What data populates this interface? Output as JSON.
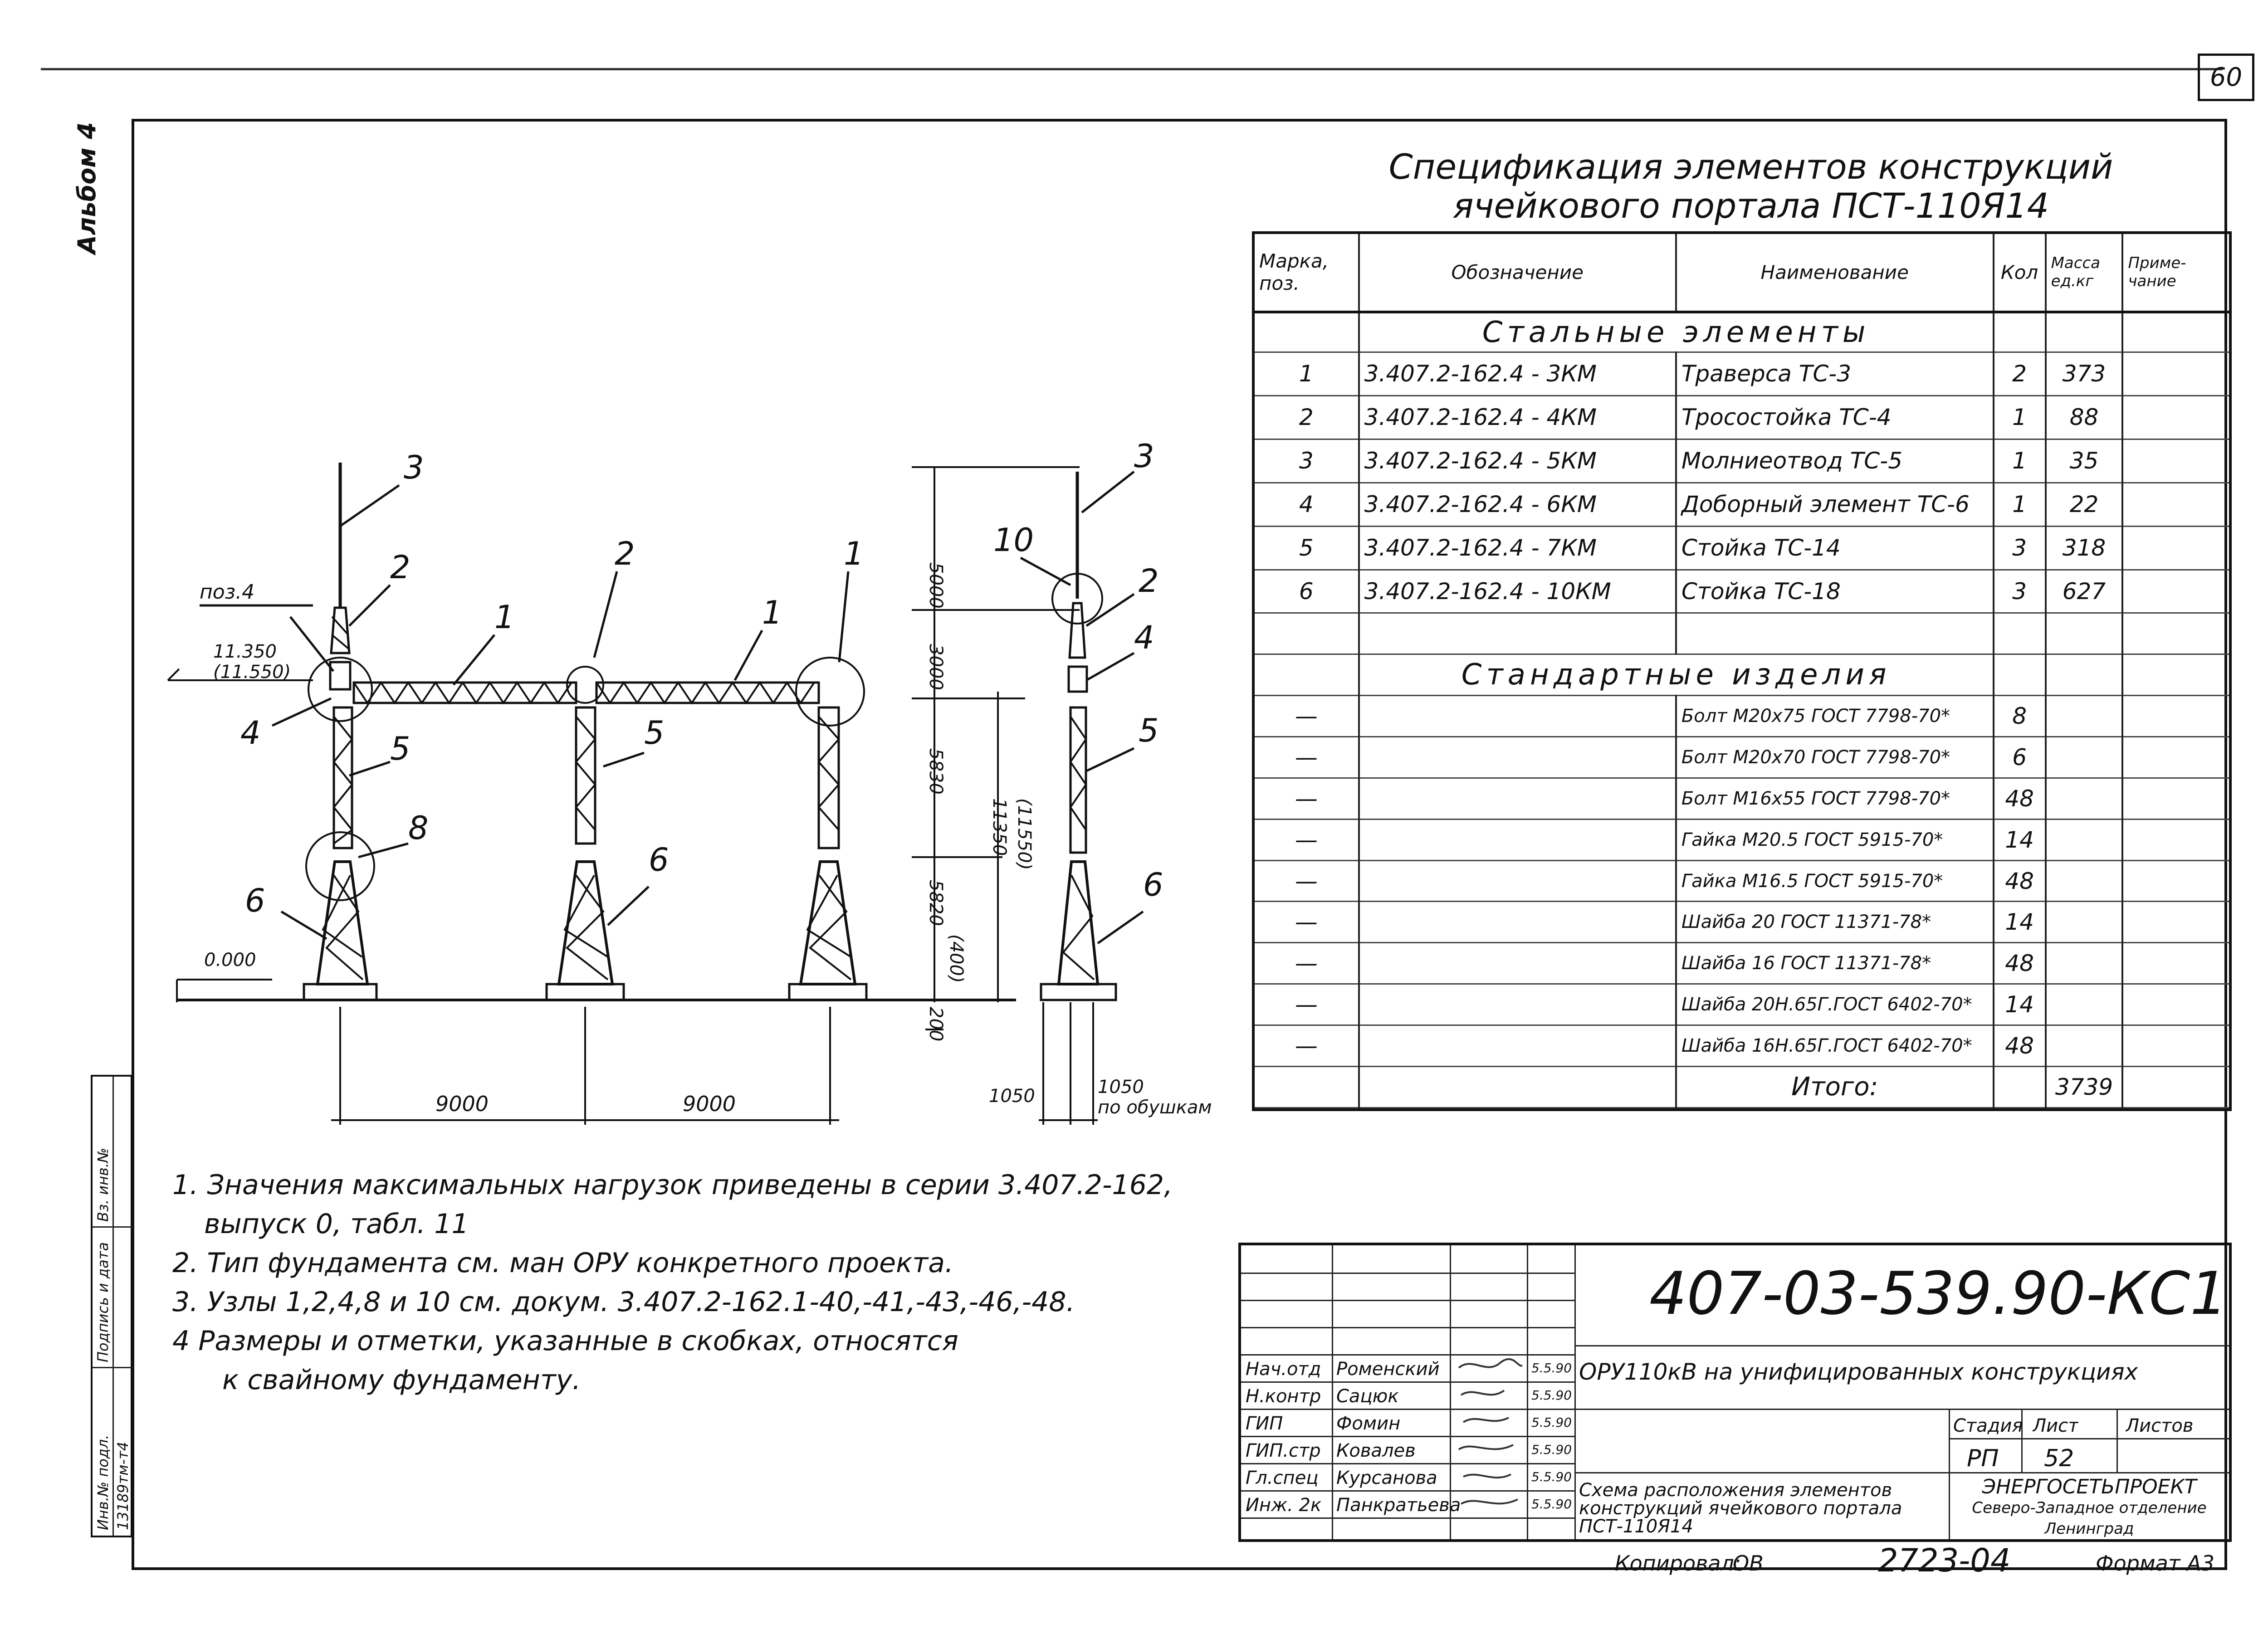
{
  "page_number": "60",
  "album_label": "Альбом 4",
  "spec": {
    "title_line1": "Спецификация элементов конструкций",
    "title_line2": "ячейкового портала ПСТ-110Я14",
    "headers": [
      "Марка, поз.",
      "Обозначение",
      "Наименование",
      "Кол",
      "Масса ед.кг",
      "Приме-чание"
    ],
    "section_steel": "Стальные элементы",
    "section_standard": "Стандартные изделия",
    "steel_rows": [
      {
        "pos": "1",
        "code": "3.407.2-162.4 - 3КМ",
        "name": "Траверса ТС-3",
        "qty": "2",
        "mass": "373",
        "note": ""
      },
      {
        "pos": "2",
        "code": "3.407.2-162.4 - 4КМ",
        "name": "Тросостойка ТС-4",
        "qty": "1",
        "mass": "88",
        "note": ""
      },
      {
        "pos": "3",
        "code": "3.407.2-162.4 - 5КМ",
        "name": "Молниеотвод ТС-5",
        "qty": "1",
        "mass": "35",
        "note": ""
      },
      {
        "pos": "4",
        "code": "3.407.2-162.4 - 6КМ",
        "name": "Доборный элемент ТС-6",
        "qty": "1",
        "mass": "22",
        "note": ""
      },
      {
        "pos": "5",
        "code": "3.407.2-162.4 - 7КМ",
        "name": "Стойка ТС-14",
        "qty": "3",
        "mass": "318",
        "note": ""
      },
      {
        "pos": "6",
        "code": "3.407.2-162.4 - 10КМ",
        "name": "Стойка ТС-18",
        "qty": "3",
        "mass": "627",
        "note": ""
      }
    ],
    "standard_rows": [
      {
        "pos": "—",
        "name": "Болт М20х75 ГОСТ 7798-70*",
        "qty": "8"
      },
      {
        "pos": "—",
        "name": "Болт М20х70 ГОСТ 7798-70*",
        "qty": "6"
      },
      {
        "pos": "—",
        "name": "Болт М16х55 ГОСТ 7798-70*",
        "qty": "48"
      },
      {
        "pos": "—",
        "name": "Гайка М20.5 ГОСТ 5915-70*",
        "qty": "14"
      },
      {
        "pos": "—",
        "name": "Гайка М16.5 ГОСТ 5915-70*",
        "qty": "48"
      },
      {
        "pos": "—",
        "name": "Шайба 20 ГОСТ 11371-78*",
        "qty": "14"
      },
      {
        "pos": "—",
        "name": "Шайба 16 ГОСТ 11371-78*",
        "qty": "48"
      },
      {
        "pos": "—",
        "name": "Шайба 20Н.65Г.ГОСТ 6402-70*",
        "qty": "14"
      },
      {
        "pos": "—",
        "name": "Шайба 16Н.65Г.ГОСТ 6402-70*",
        "qty": "48"
      }
    ],
    "total_label": "Итого:",
    "total_mass": "3739"
  },
  "drawing": {
    "callouts": {
      "n1a": "1",
      "n1b": "1",
      "n1c": "1",
      "n2a": "2",
      "n2b": "2",
      "n2c": "2",
      "n3a": "3",
      "n3b": "3",
      "n4a": "4",
      "n4b": "4",
      "n5a": "5",
      "n5b": "5",
      "n5c": "5",
      "n6a": "6",
      "n6b": "6",
      "n6c": "6",
      "n8": "8",
      "n10": "10",
      "poz4": "поз.4"
    },
    "elev_top": "11.350",
    "elev_top_pile": "(11.550)",
    "elev_zero": "0.000",
    "dim_5000": "5000",
    "dim_3000": "3000",
    "dim_5830": "5830",
    "dim_5820": "5820",
    "dim_400": "(400)",
    "dim_200": "200",
    "dim_11350": "11350",
    "dim_11550": "(11550)",
    "dim_9000a": "9000",
    "dim_9000b": "9000",
    "dim_1050a": "1050",
    "dim_1050b": "1050",
    "dim_lugs": "по обушкам"
  },
  "notes": [
    "1. Значения максимальных нагрузок приведены в серии 3.407.2-162,",
    "выпуск 0, табл. 11",
    "2. Тип фундамента см. ман ОРУ конкретного проекта.",
    "3. Узлы 1,2,4,8 и 10 см. докум. 3.407.2-162.1-40,-41,-43,-46,-48.",
    "4  Размеры и отметки, указанные в скобках, относятся",
    "к свайному фундаменту."
  ],
  "left_margin": {
    "inv_orig": "Инв.№ подл.",
    "inv_orig_val": "13189тм-т4",
    "sign_date": "Подпись и дата",
    "inv_dup": "Вз. инв.№"
  },
  "stamp": {
    "doc_number": "407-03-539.90-КС1",
    "project": "ОРУ110кВ на унифицированных конструкциях",
    "stage_label": "Стадия",
    "sheet_label": "Лист",
    "sheets_label": "Листов",
    "stage": "РП",
    "sheet": "52",
    "sheets": "",
    "title": "Схема расположения элементов конструкций ячейкового портала ПСТ-110Я14",
    "org1": "ЭНЕРГОСЕТЬПРОЕКТ",
    "org2": "Северо-Западное отделение",
    "org3": "Ленинград",
    "staff": [
      {
        "role": "Нач.отд",
        "name": "Роменский",
        "date": "5.5.90"
      },
      {
        "role": "Н.контр",
        "name": "Сацюк",
        "date": "5.5.90"
      },
      {
        "role": "ГИП",
        "name": "Фомин",
        "date": "5.5.90"
      },
      {
        "role": "ГИП.стр",
        "name": "Ковалев",
        "date": "5.5.90"
      },
      {
        "role": "Гл.спец",
        "name": "Курсанова",
        "date": "5.5.90"
      },
      {
        "role": "Инж. 2к",
        "name": "Панкратьева",
        "date": "5.5.90"
      }
    ]
  },
  "footer": {
    "copied": "Копировал:",
    "copied_sign": "ОВ",
    "archive_no": "2723-04",
    "format": "Формат А3"
  }
}
